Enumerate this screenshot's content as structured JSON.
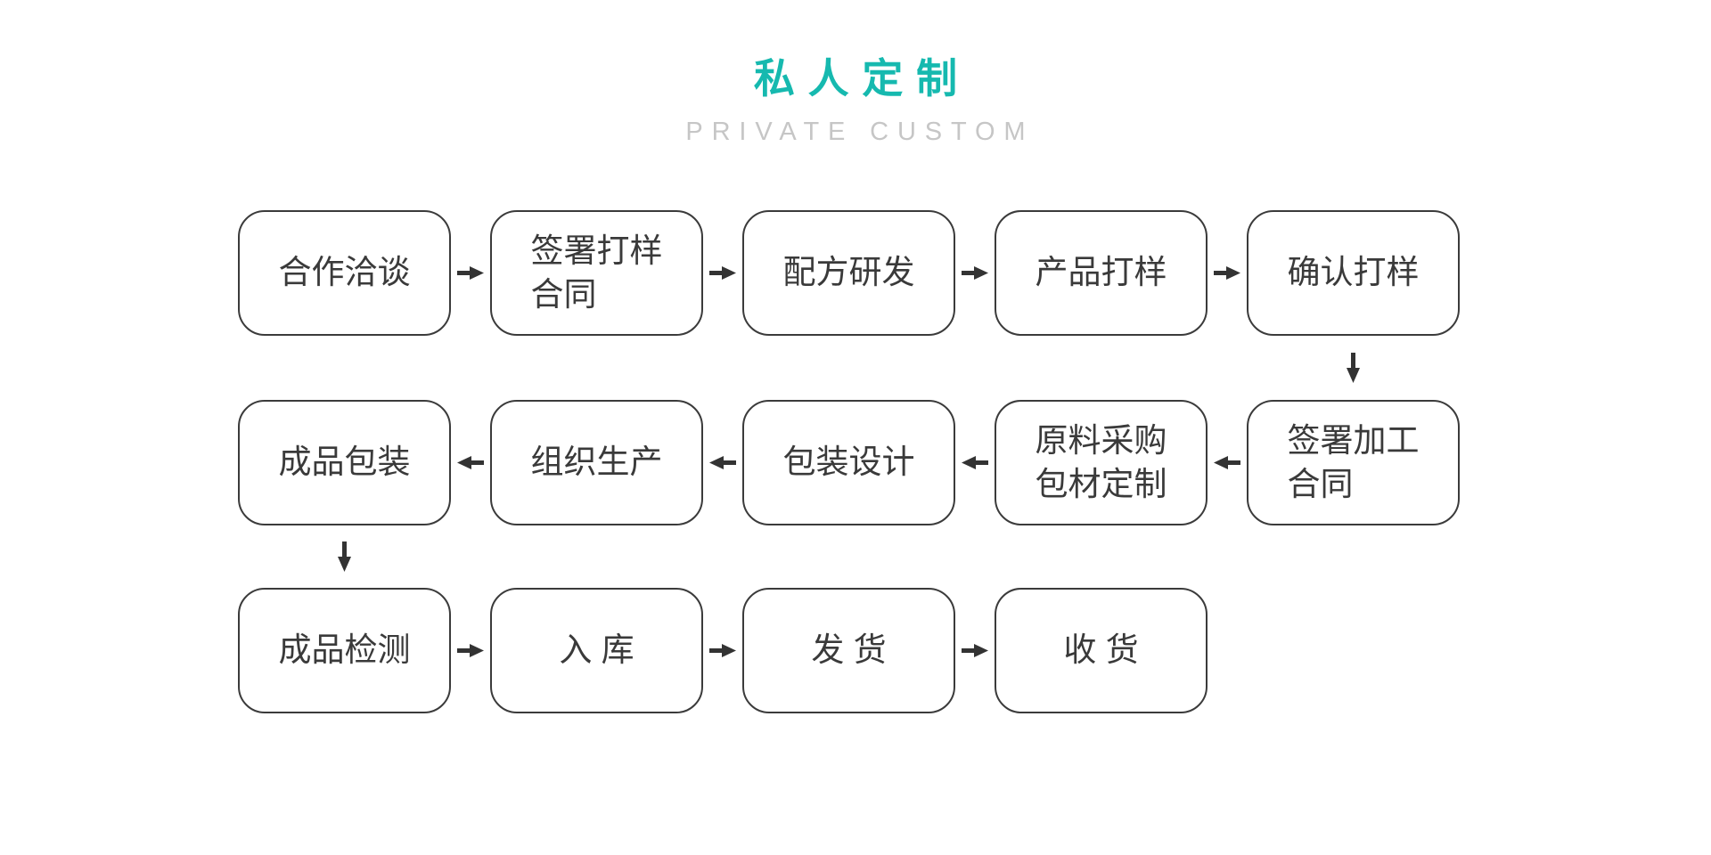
{
  "header": {
    "title": "私人定制",
    "subtitle": "PRIVATE CUSTOM"
  },
  "colors": {
    "accent_teal": "#16b9af",
    "subtitle_gray": "#c6c6c6",
    "box_border": "#3b3b3b",
    "box_text": "#3a3a3a",
    "arrow": "#333333",
    "background": "#ffffff"
  },
  "icons": {
    "arrow_right": "➡",
    "arrow_left": "⬅",
    "arrow_down": "⬇"
  },
  "flow": {
    "rows": [
      {
        "arrow_direction": "right",
        "steps": [
          {
            "label": "合作洽谈"
          },
          {
            "label": "签署打样\n合同"
          },
          {
            "label": "配方研发"
          },
          {
            "label": "产品打样"
          },
          {
            "label": "确认打样"
          }
        ]
      },
      {
        "arrow_direction": "left",
        "steps": [
          {
            "label": "成品包装"
          },
          {
            "label": "组织生产"
          },
          {
            "label": "包装设计"
          },
          {
            "label": "原料采购\n包材定制"
          },
          {
            "label": "签署加工\n合同"
          }
        ]
      },
      {
        "arrow_direction": "right",
        "steps": [
          {
            "label": "成品检测"
          },
          {
            "label": "入 库"
          },
          {
            "label": "发 货"
          },
          {
            "label": "收 货"
          }
        ]
      }
    ],
    "vertical_connectors": [
      {
        "from": "确认打样",
        "to": "签署加工合同"
      },
      {
        "from": "成品包装",
        "to": "成品检测"
      }
    ]
  }
}
